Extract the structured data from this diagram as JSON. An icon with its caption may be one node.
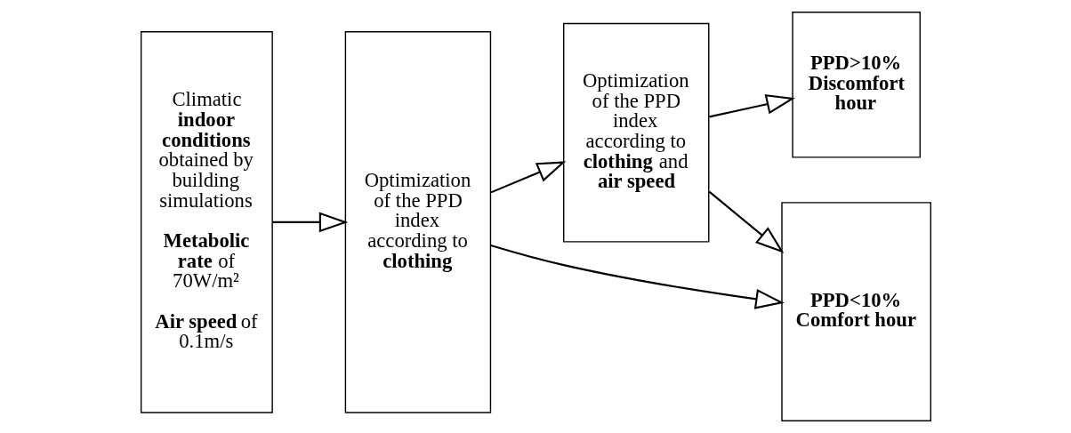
{
  "diagram": {
    "nodes": [
      {
        "text": [
          "Climatic **indoor conditions** obtained by building simulations",
          "**Metabolic rate** of 70W/m²",
          "**Air speed** of 0.1m/s"
        ]
      },
      {
        "text": [
          "Optimization of the PPD index according to **clothing**"
        ]
      },
      {
        "text": [
          "Optimization of the PPD index according to **clothing** and **air speed**"
        ]
      },
      {
        "text": [
          "PPD>10% Discomfort hour"
        ]
      },
      {
        "text": [
          "PPD<10% Comfort hour"
        ]
      }
    ],
    "edges": [
      {
        "from": 0,
        "to": 1,
        "arrow": "to"
      },
      {
        "from": 1,
        "to": 2,
        "arrow": "to"
      },
      {
        "from": 2,
        "to": 3,
        "arrow": "to"
      },
      {
        "from": 2,
        "to": 4,
        "arrow": "to"
      },
      {
        "from": 1,
        "to": 4,
        "arrow": "to"
      }
    ]
  }
}
